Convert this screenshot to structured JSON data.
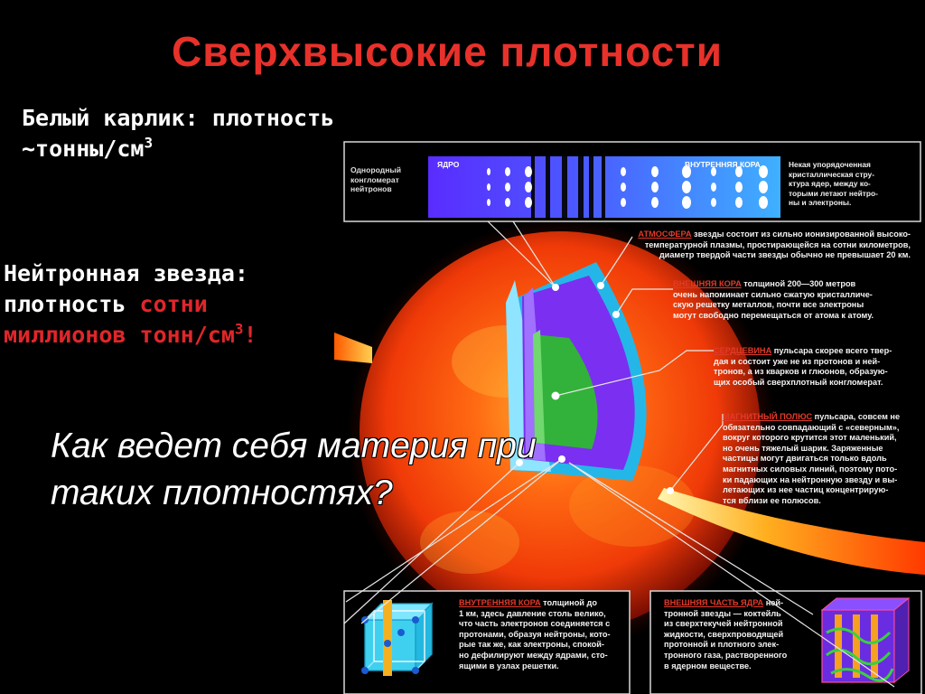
{
  "title": "Сверхвысокие плотности",
  "white_dwarf": {
    "line1": "Белый карлик: плотность",
    "line2": "~тонны/см",
    "sup": "3"
  },
  "neutron_star": {
    "line1": "Нейтронная звезда:",
    "line2_prefix": "плотность ",
    "line2_red": "сотни",
    "line3_red": "миллионов тонн/см",
    "sup": "3",
    "exclaim": "!"
  },
  "question": {
    "line1": "Как ведет себя материя при",
    "line2": "таких плотностях?"
  },
  "top_panel": {
    "left_label": "Однородный\nконгломерат\nнейтронов",
    "core_label": "ЯДРО",
    "crust_label": "ВНУТРЕННЯЯ КОРА",
    "right_text": "Некая упорядоченная\nкристаллическая стру-\nктура ядер, между ко-\nторыми летают нейтро-\nны и электроны."
  },
  "callouts": {
    "atmosphere": {
      "hl": "АТМОСФЕРА",
      "text": " звезды состоит из сильно ионизированной высоко-\nтемпературной плазмы, простирающейся на сотни километров,\nдиаметр твердой части звезды обычно не превышает 20 км."
    },
    "outer_crust": {
      "hl": "ВНЕШНЯЯ КОРА",
      "text": " толщиной 200—300 метров\nочень напоминает сильно сжатую кристалличе-\nскую решетку металлов, почти все электроны\nмогут свободно перемещаться от атома к атому."
    },
    "core": {
      "hl": "СЕРДЦЕВИНА",
      "text": " пульсара скорее всего твер-\nдая и состоит уже не из протонов и ней-\nтронов, а из кварков и глюонов, образую-\nщих особый сверхплотный конгломерат."
    },
    "magnetic_pole": {
      "hl": "МАГНИТНЫЙ ПОЛЮС",
      "text": " пульсара, совсем не\nобязательно совпадающий с «северным»,\nвокруг которого крутится этот маленький,\nно очень тяжелый шарик. Заряженные\nчастицы могут двигаться только вдоль\nмагнитных силовых линий, поэтому пото-\nки падающих на нейтронную звезду и вы-\nлетающих из нее частиц концентрирую-\nтся вблизи ее полюсов."
    }
  },
  "bottom_left": {
    "hl": "ВНУТРЕННЯЯ КОРА",
    "text": " толщиной до\n1 км, здесь давление столь велико,\nчто часть электронов соединяется с\nпротонами, образуя нейтроны, кото-\nрые так же, как электроны, спокой-\nно дефилируют между ядрами, сто-\nящими в узлах решетки."
  },
  "bottom_right": {
    "hl": "ВНЕШНЯЯ ЧАСТЬ ЯДРА",
    "text": " ней-\nтронной звезды — коктейль\nиз сверхтекучей нейтронной\nжидкости, сверхпроводящей\nпротонной и плотного элек-\nтронного газа, растворенного\nв ядерном веществе."
  },
  "colors": {
    "title_red": "#e8312a",
    "star_orange": "#ff5a10",
    "crust_cyan": "#33ccf0",
    "mantle_purple": "#7a2cf0",
    "core_green": "#33b833"
  }
}
